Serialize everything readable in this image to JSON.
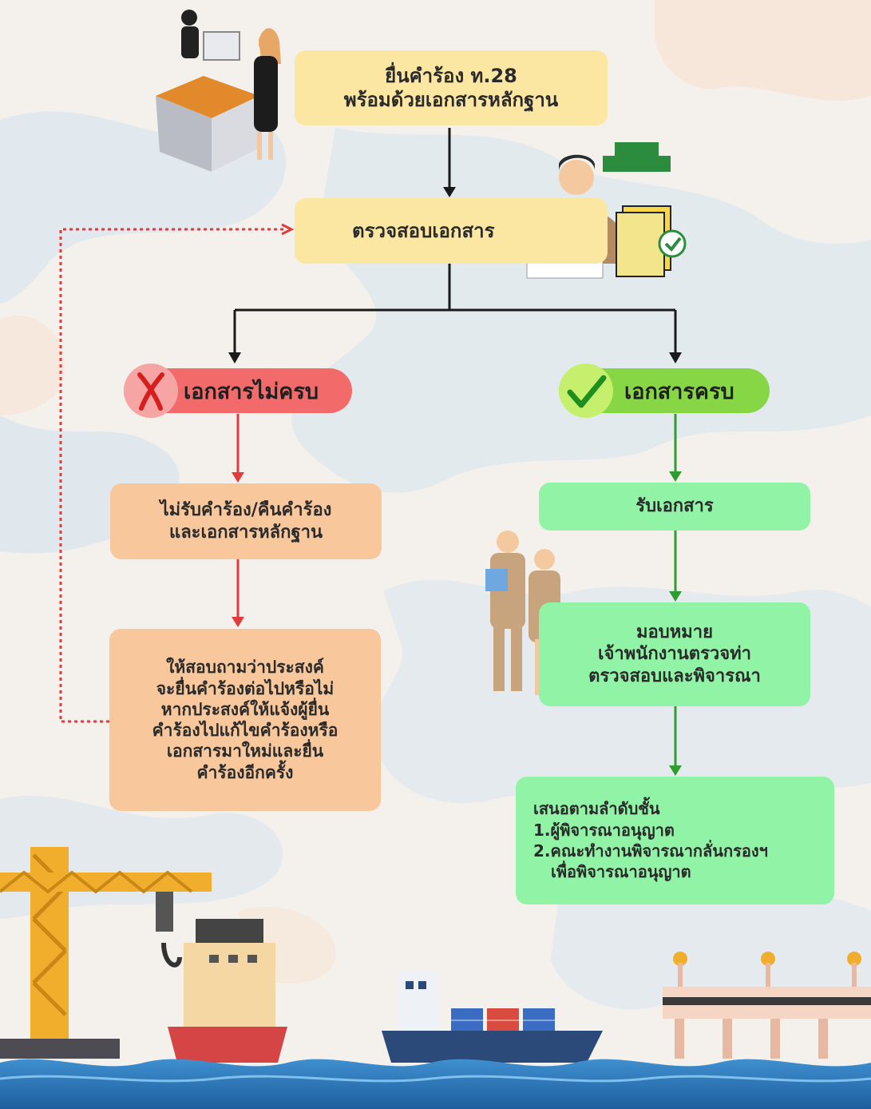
{
  "steps": {
    "submit": {
      "line1": "ยื่นคำร้อง ท.28",
      "line2": "พร้อมด้วยเอกสารหลักฐาน"
    },
    "check": {
      "label": "ตรวจสอบเอกสาร"
    },
    "reject": {
      "line1": "ไม่รับคำร้อง/คืนคำร้อง",
      "line2": "และเอกสารหลักฐาน"
    },
    "ask": {
      "line1": "ให้สอบถามว่าประสงค์",
      "line2": "จะยื่นคำร้องต่อไปหรือไม่",
      "line3": "หากประสงค์ให้แจ้งผู้ยื่น",
      "line4": "คำร้องไปแก้ไขคำร้องหรือ",
      "line5": "เอกสารมาใหม่และยื่น",
      "line6": "คำร้องอีกครั้ง"
    },
    "accept": {
      "label": "รับเอกสาร"
    },
    "assign": {
      "line1": "มอบหมาย",
      "line2": "เจ้าพนักงานตรวจท่า",
      "line3": "ตรวจสอบและพิจารณา"
    },
    "propose": {
      "title": "เสนอตามลำดับชั้น",
      "item1": "1.ผู้พิจารณาอนุญาต",
      "item2": "2.คณะทำงานพิจารณากลั่นกรองฯ",
      "item2_cont": "เพื่อพิจารณาอนุญาต"
    }
  },
  "branches": {
    "incomplete": {
      "label": "เอกสารไม่ครบ",
      "color": "#f26a6a",
      "icon": "cross-icon"
    },
    "complete": {
      "label": "เอกสารครบ",
      "color": "#86d646",
      "icon": "check-icon"
    }
  },
  "colors": {
    "main_step": "#fbe7a1",
    "reject_step": "#f8c79c",
    "accept_step": "#90f3a6",
    "reject_arrow": "#e23b3b",
    "accept_arrow": "#2e9c2e"
  }
}
